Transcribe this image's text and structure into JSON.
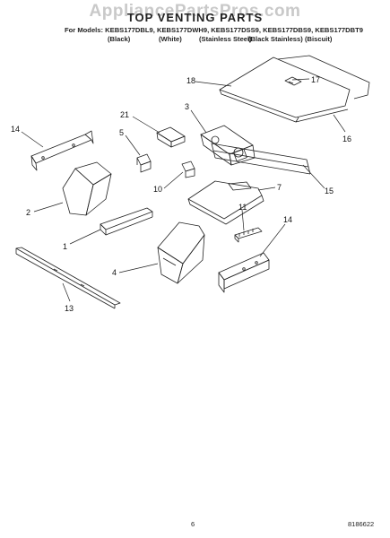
{
  "header": {
    "watermark": "AppliancePartsPros.com",
    "title": "TOP VENTING PARTS",
    "models_line": "For Models: KEBS177DBL9, KEBS177DWH9, KEBS177DSS9, KEBS177DBS9, KEBS177DBT9",
    "color_labels": [
      "(Black)",
      "(White)",
      "(Stainless Steel)",
      "(Black Stainless)",
      "(Biscuit)"
    ]
  },
  "callouts": [
    "18",
    "17",
    "16",
    "3",
    "21",
    "14",
    "5",
    "10",
    "15",
    "7",
    "2",
    "11",
    "1",
    "14",
    "4",
    "13"
  ],
  "footer": {
    "page_number": "6",
    "doc_number": "8186622"
  }
}
